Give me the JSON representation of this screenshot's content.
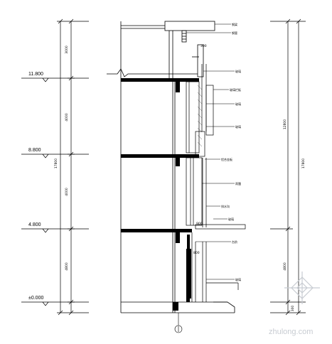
{
  "levels": [
    "11.800",
    "8.800",
    "4.800",
    "±0.000"
  ],
  "left_dims": {
    "segments": [
      "3000",
      "4000",
      "4000",
      "4800"
    ],
    "total": "17800"
  },
  "right_dims": {
    "upper": "12800",
    "lower": "4800",
    "total": "17800",
    "bottom": "300"
  },
  "notes": {
    "top_beam": "钢梁",
    "top_pipe": "钢管",
    "parapet_dim": "300",
    "glass_1": "玻璃",
    "glass_1b": "玻璃栏板",
    "glass_2": "玻璃",
    "glass_3": "玻璃",
    "aluminium_panel": "铝合金板",
    "canopy": "雨篷",
    "gutter": "排水沟",
    "glass_4": "玻璃",
    "step": "台阶",
    "glass_5": "玻璃",
    "canopy_dim": "900",
    "step_dim": "800"
  },
  "watermark": "zhulong.com",
  "colors": {
    "line": "#000000",
    "watermark": "#c8ccd2"
  }
}
